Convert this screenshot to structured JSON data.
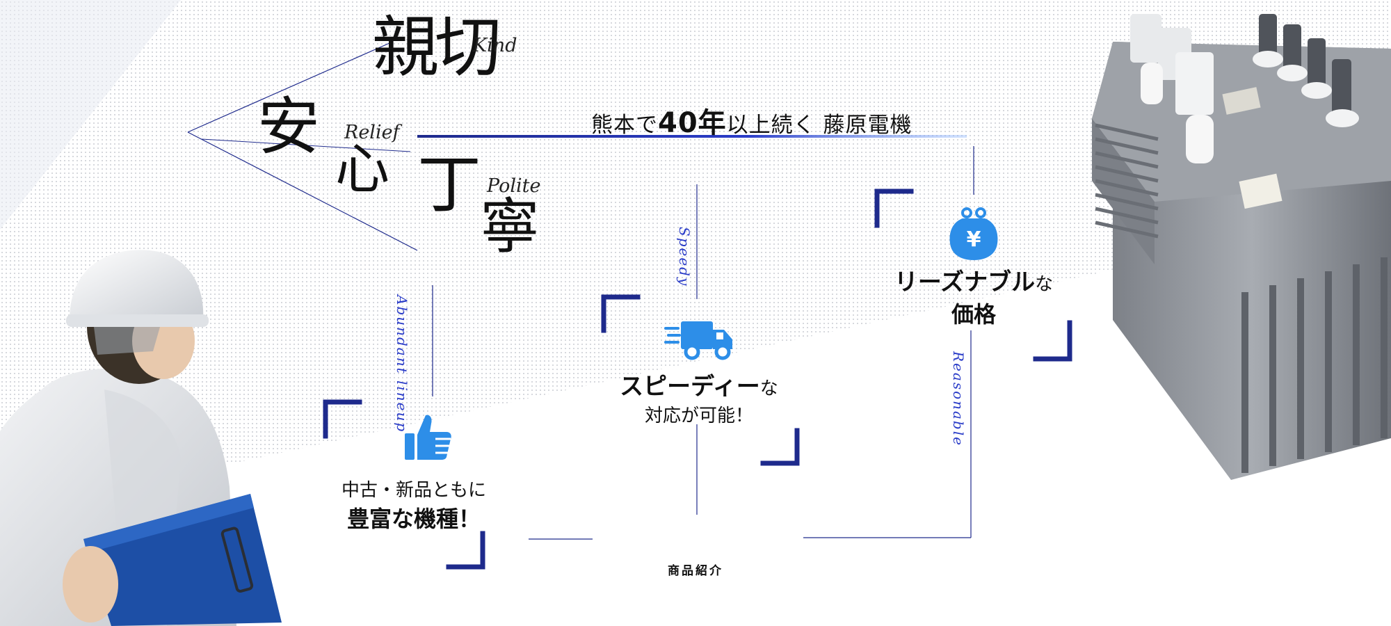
{
  "headline": {
    "kind_kanji": "親切",
    "kind_en": "Kind",
    "relief_kanji": "安心",
    "relief_en": "Relief",
    "polite_kanji": "丁寧",
    "polite_en": "Polite"
  },
  "tagline": {
    "prefix": "熊本で",
    "years": "40年",
    "suffix": "以上続く 藤原電機"
  },
  "features": {
    "lineup": {
      "en": "Abundant lineup",
      "line1": "中古・新品ともに",
      "line2": "豊富な機種！",
      "icon": "thumbs-up-icon"
    },
    "speedy": {
      "en": "Speedy",
      "line1_bold": "スピーディー",
      "line1_rest": "な",
      "line2": "対応が可能！",
      "icon": "delivery-truck-icon"
    },
    "price": {
      "en": "Reasonable",
      "line1_bold": "リーズナブル",
      "line1_rest": "な",
      "line2": "価格",
      "icon": "yen-purse-icon"
    }
  },
  "products_link": "商品紹介",
  "colors": {
    "accent_navy": "#1e2a8c",
    "icon_blue": "#2d8ee8",
    "label_blue": "#2a3cc8"
  },
  "images": {
    "worker": "worker-with-clipboard-photo",
    "transformer": "electrical-transformer-photo"
  }
}
